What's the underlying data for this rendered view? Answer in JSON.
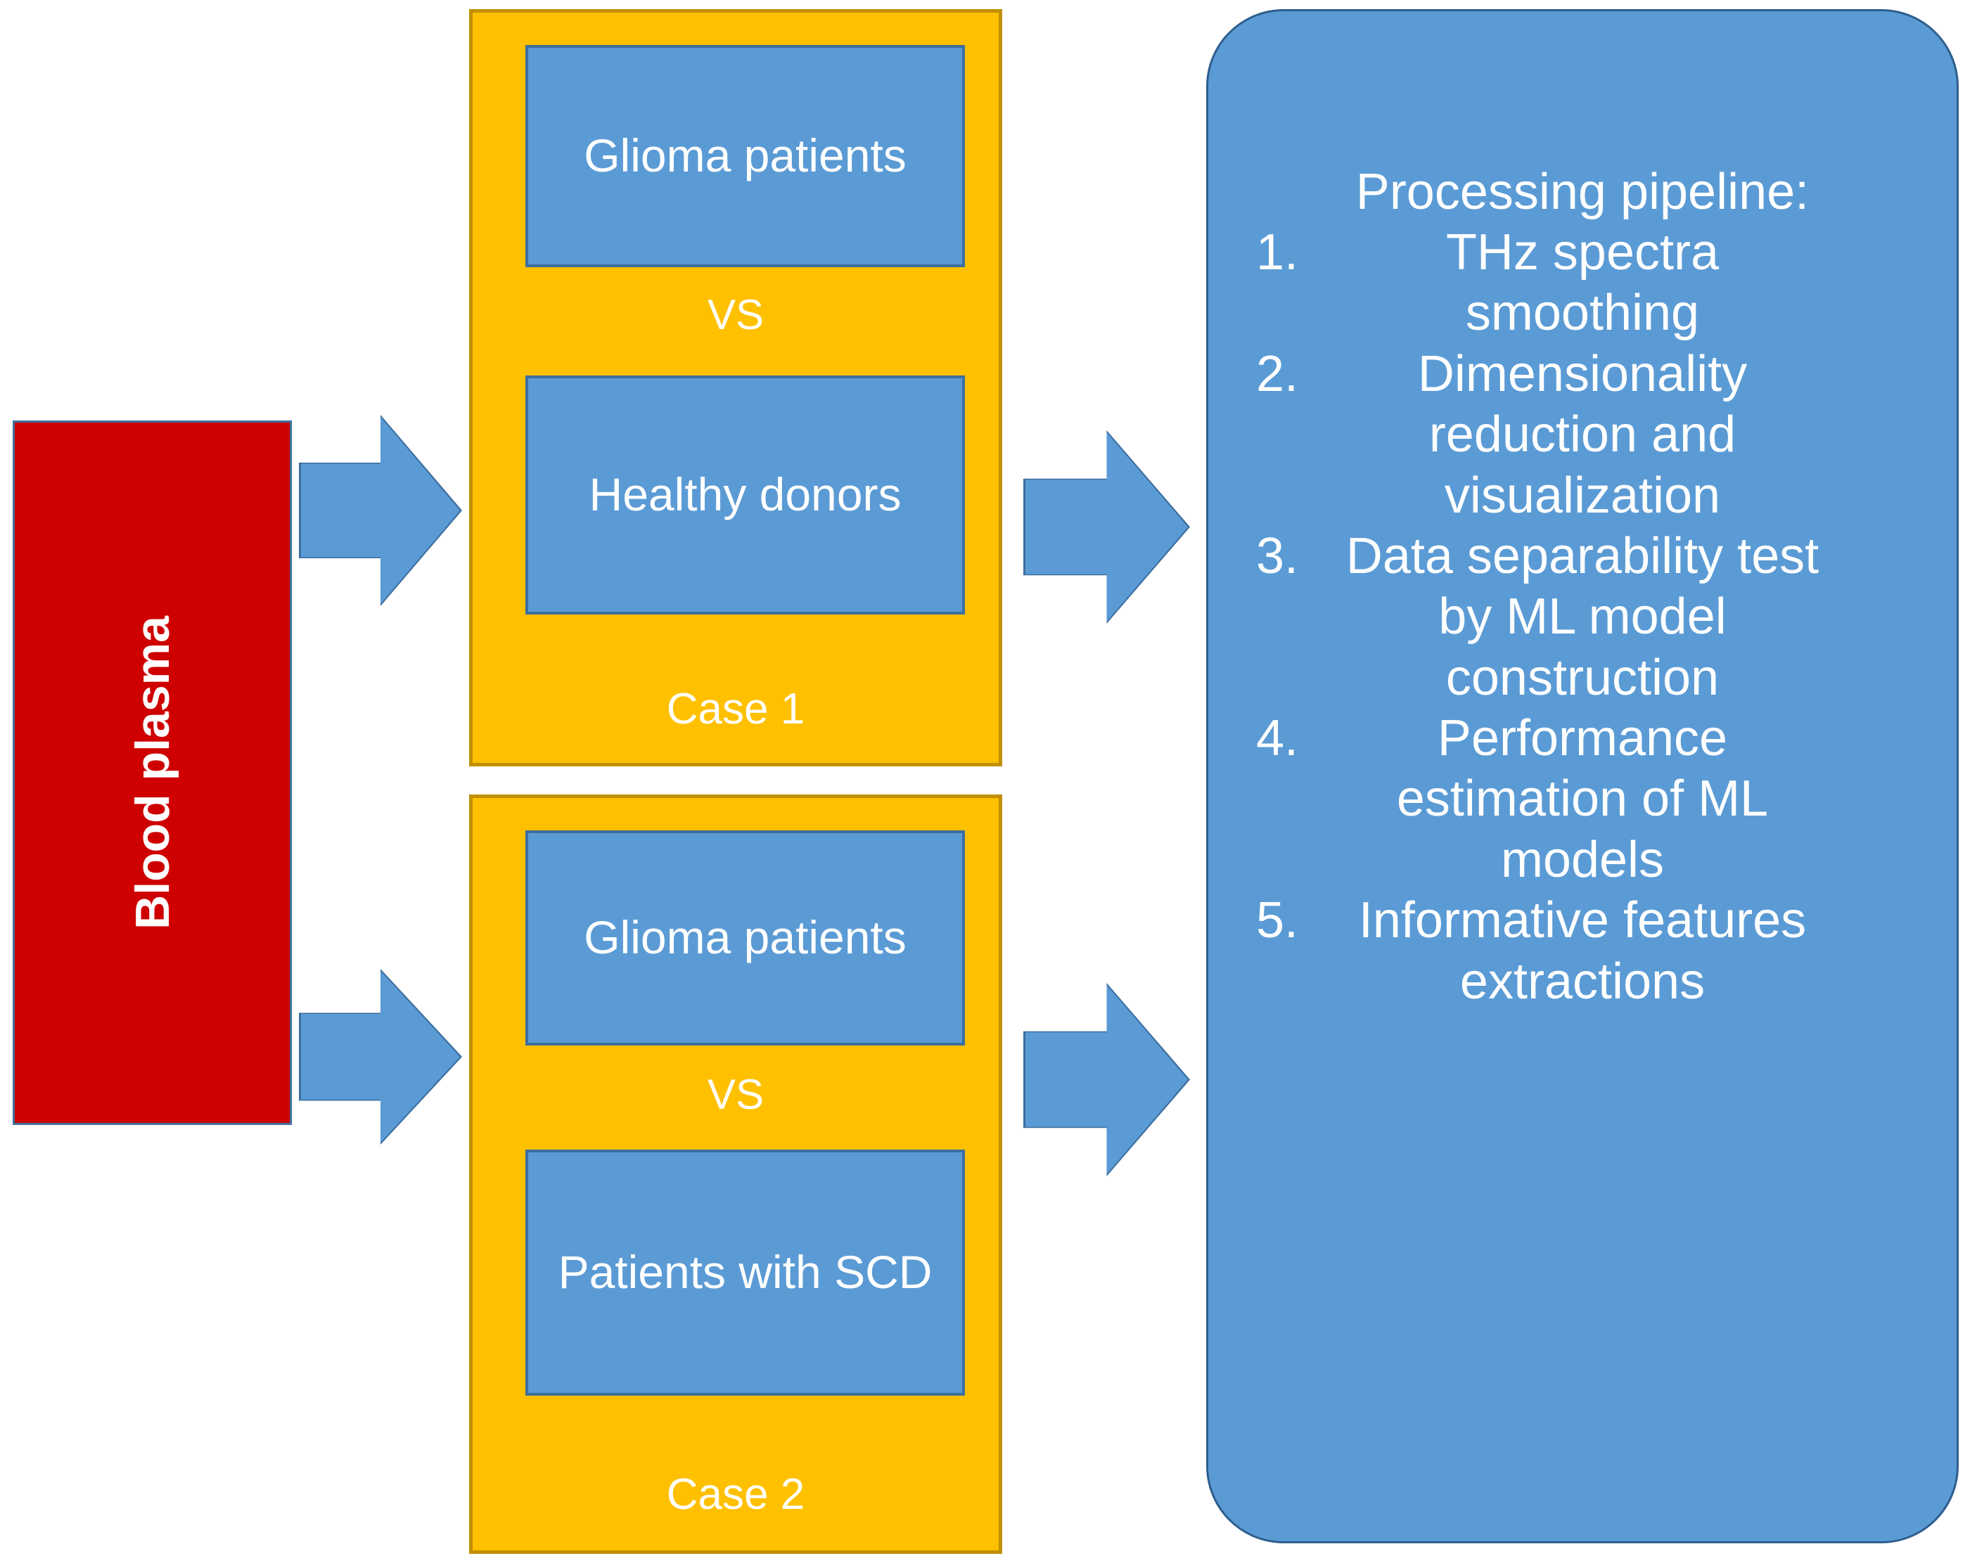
{
  "source": {
    "label": "Blood plasma",
    "color": "#CE0000"
  },
  "arrows": {
    "top_left": "arrow-right-icon",
    "bottom_left": "arrow-right-icon",
    "top_right": "arrow-right-icon",
    "bottom_right": "arrow-right-icon"
  },
  "cases": [
    {
      "group_a": "Glioma patients",
      "vs": "VS",
      "group_b": "Healthy donors",
      "caption": "Case 1",
      "color": "#FFC000"
    },
    {
      "group_a": "Glioma patients",
      "vs": "VS",
      "group_b": "Patients with SCD",
      "caption": "Case 2",
      "color": "#FFC000"
    }
  ],
  "pipeline": {
    "title": "Processing pipeline:",
    "color": "#5B9BD5",
    "steps": [
      {
        "num": "1.",
        "text": "THz spectra smoothing"
      },
      {
        "num": "2.",
        "text": "Dimensionality reduction and visualization"
      },
      {
        "num": "3.",
        "text": "Data separability test by ML model construction"
      },
      {
        "num": "4.",
        "text": "Performance estimation of ML models"
      },
      {
        "num": "5.",
        "text": "Informative features extractions"
      }
    ]
  },
  "palette": {
    "blue": "#5B9BD5",
    "blue_border": "#3C6E9E",
    "yellow": "#FFC000",
    "yellow_border": "#BF9000",
    "red": "#CE0000",
    "white": "#FFFFFF"
  }
}
